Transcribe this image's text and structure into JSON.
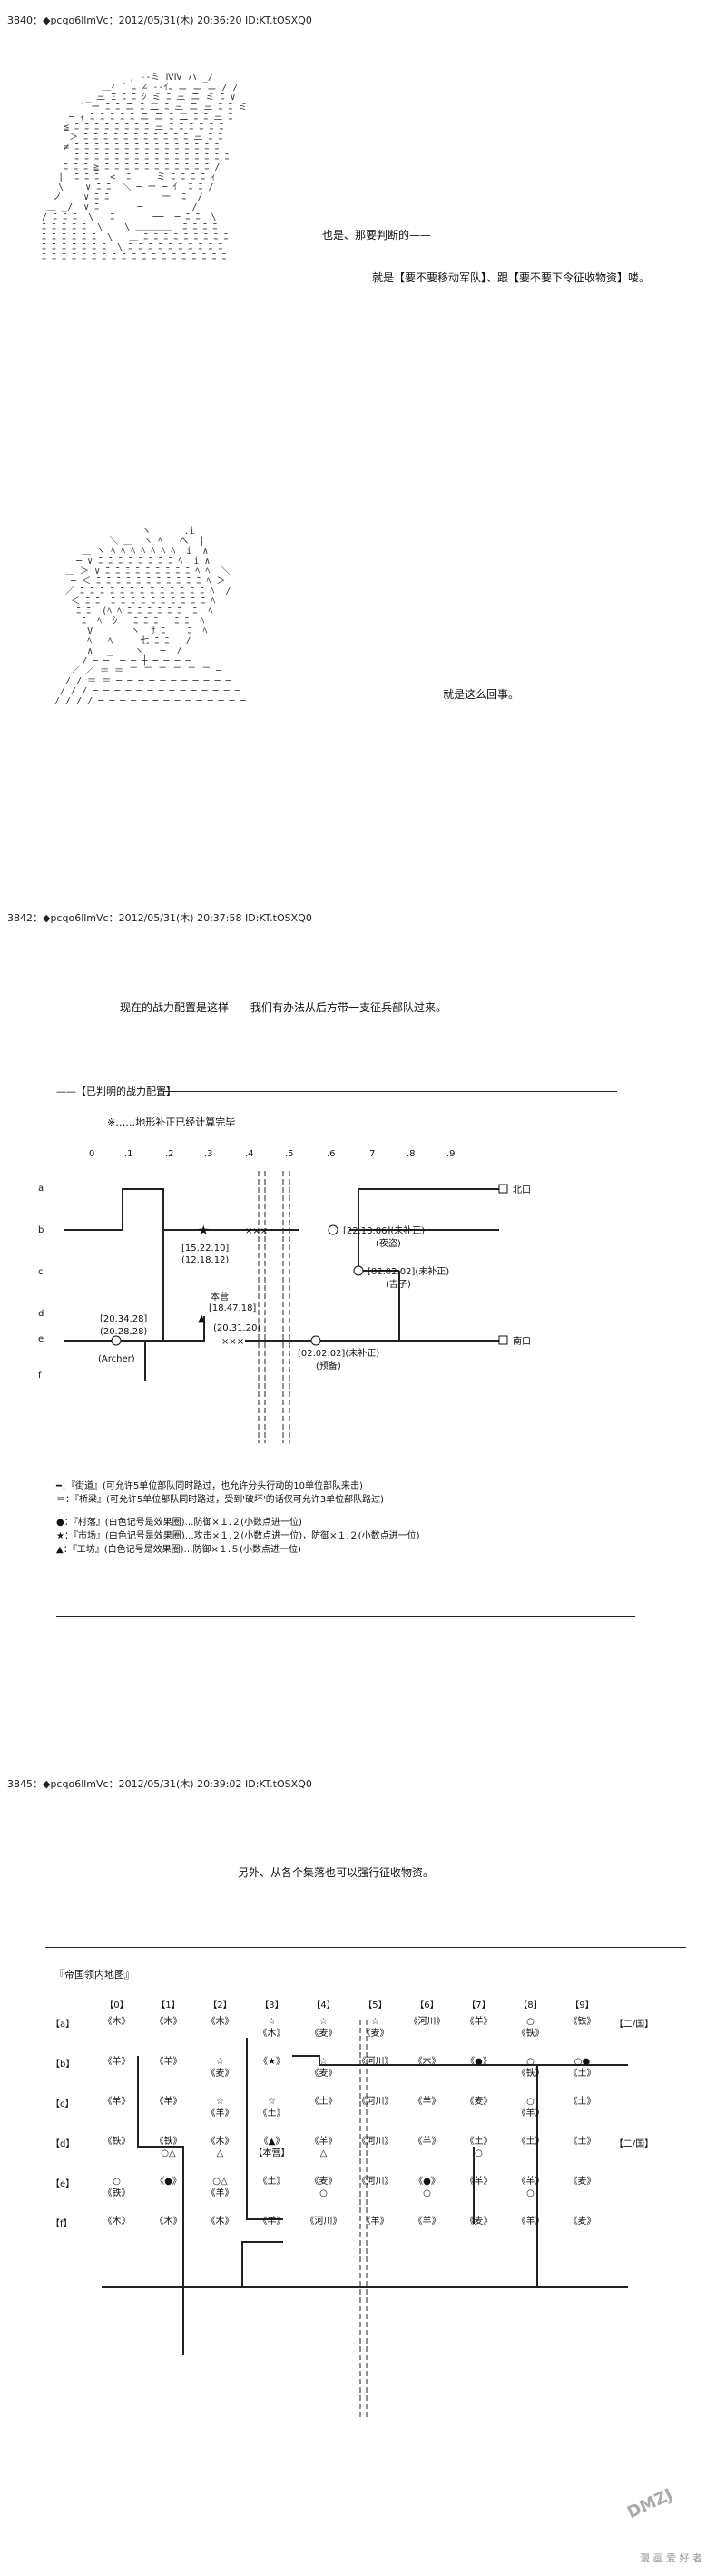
{
  "posts": [
    {
      "header": "3840：◆pcqo6llmVc：2012/05/31(木) 20:36:20 ID:KT.tOSXQ0",
      "lines": [
        "也是、那要判断的——",
        "就是【要不要移动军队】、跟【要不要下令征收物资】喽。"
      ]
    },
    {
      "caption": "就是这么回事。"
    },
    {
      "header": "3842：◆pcqo6llmVc：2012/05/31(木) 20:37:58 ID:KT.tOSXQ0",
      "lines": [
        "现在的战力配置是这样——我们有办法从后方带一支征兵部队过来。"
      ],
      "section": "——【已判明的战力配置】",
      "note": "※……地形补正已经计算完毕"
    },
    {
      "header": "3845：◆pcqo6llmVc：2012/05/31(木) 20:39:02 ID:KT.tOSXQ0",
      "lines": [
        "另外、从各个集落也可以强行征收物资。"
      ],
      "section": "『帝国领内地图』"
    }
  ],
  "map1": {
    "cols": [
      "0",
      ".1",
      ".2",
      ".3",
      ".4",
      ".5",
      ".6",
      ".7",
      ".8",
      ".9"
    ],
    "rows": [
      "a",
      "b",
      "c",
      "d",
      "e",
      "f"
    ],
    "north": "北口",
    "south": "南口",
    "labels": {
      "star": "[15.22.10]",
      "star2": "(12.18.12)",
      "base": "本营",
      "base1": "[18.47.18]",
      "base2": "(20.31.20)",
      "archer1": "[20.34.28]",
      "archer2": "(20.28.28)",
      "archer": "(Archer)",
      "r1": "[22.18.06](未补正)",
      "r1n": "(夜盗)",
      "r2": "[02.02.02](未补正)",
      "r2n": "(吉子)",
      "r3": "[02.02.02](未补正)",
      "r3n": "(预备)",
      "xx": "×××"
    },
    "legend": [
      "━：『街道』(可允许5单位部队同时路过，也允许分头行动的10单位部队来击)",
      "＝：『桥梁』(可允许5单位部队同时路过，受到'破坏'的话仅可允许3单位部队路过)",
      "●：『村落』(白色记号是效果圈)…防御×１.２(小数点进一位)",
      "★：『市场』(白色记号是效果圈)…攻击×１.２(小数点进一位)，防御×１.２(小数点进一位)",
      "▲：『工坊』(白色记号是效果圈)…防御×１.５(小数点进一位)"
    ]
  },
  "map2": {
    "cols": [
      "【0】",
      "【1】",
      "【2】",
      "【3】",
      "【4】",
      "【5】",
      "【6】",
      "【7】",
      "【8】",
      "【9】"
    ],
    "rows": [
      {
        "h": "【a】",
        "cells": [
          [
            "《木》"
          ],
          [
            "《木》"
          ],
          [
            "《木》"
          ],
          [
            "☆",
            "《木》"
          ],
          [
            "☆",
            "《麦》"
          ],
          [
            "☆",
            "《麦》"
          ],
          [
            "《河川》"
          ],
          [
            "《羊》"
          ],
          [
            "○",
            "《铁》"
          ],
          [
            "《铁》"
          ]
        ],
        "end": "【二/国】"
      },
      {
        "h": "【b】",
        "cells": [
          [
            "《羊》"
          ],
          [
            "《羊》"
          ],
          [
            "☆",
            "《麦》"
          ],
          [
            "《★》"
          ],
          [
            "☆",
            "《麦》"
          ],
          [
            "《河川》"
          ],
          [
            "《木》"
          ],
          [
            "《●》"
          ],
          [
            "○",
            "《铁》"
          ],
          [
            "○●",
            "《土》"
          ]
        ],
        "end": ""
      },
      {
        "h": "【c】",
        "cells": [
          [
            "《羊》"
          ],
          [
            "《羊》"
          ],
          [
            "☆",
            "《羊》"
          ],
          [
            "☆",
            "《土》"
          ],
          [
            "《土》"
          ],
          [
            "《河川》"
          ],
          [
            "《羊》"
          ],
          [
            "《麦》"
          ],
          [
            "○",
            "《羊》"
          ],
          [
            "《土》"
          ]
        ],
        "end": ""
      },
      {
        "h": "【d】",
        "cells": [
          [
            "《铁》"
          ],
          [
            "《铁》",
            "○△"
          ],
          [
            "《木》",
            "△"
          ],
          [
            "《▲》",
            "【本营】"
          ],
          [
            "《羊》",
            "△"
          ],
          [
            "《河川》"
          ],
          [
            "《羊》"
          ],
          [
            "《土》",
            "○"
          ],
          [
            "《土》"
          ],
          [
            "《土》"
          ]
        ],
        "end": "【二/国】"
      },
      {
        "h": "【e】",
        "cells": [
          [
            "○",
            "《铁》"
          ],
          [
            "《●》"
          ],
          [
            "○△",
            "《羊》"
          ],
          [
            "《土》"
          ],
          [
            "《麦》",
            "○"
          ],
          [
            "《河川》"
          ],
          [
            "《●》",
            "○"
          ],
          [
            "《羊》"
          ],
          [
            "《羊》",
            "○"
          ],
          [
            "《麦》"
          ]
        ],
        "end": ""
      },
      {
        "h": "【f】",
        "cells": [
          [
            "《木》"
          ],
          [
            "《木》"
          ],
          [
            "《木》"
          ],
          [
            "《羊》"
          ],
          [
            "《河川》"
          ],
          [
            "《羊》"
          ],
          [
            "《羊》"
          ],
          [
            "《麦》"
          ],
          [
            "《羊》"
          ],
          [
            "《麦》"
          ]
        ],
        "end": ""
      }
    ]
  },
  "footer": {
    "logo": "DMZJ",
    "watermark": "漫 画 爱 好 者"
  }
}
